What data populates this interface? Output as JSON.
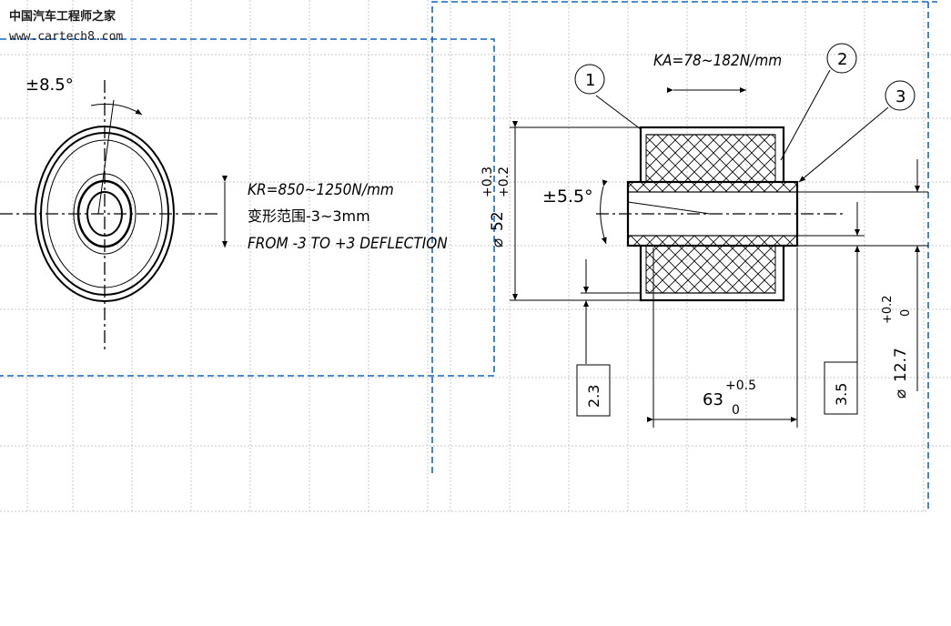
{
  "watermark": {
    "site_name": "中国汽车工程师之家",
    "url": "www.cartech8.com"
  },
  "left_view": {
    "rotation_angle": "±8.5°",
    "radial_stiffness": "KR=850~1250N/mm",
    "deflection_cn": "变形范围-3~3mm",
    "deflection_en": "FROM -3 TO +3 DEFLECTION"
  },
  "right_view": {
    "axial_stiffness": "KA=78~182N/mm",
    "balloon_1": "1",
    "balloon_2": "2",
    "balloon_3": "3",
    "conical_angle": "±5.5°",
    "outer_dia_value": "52",
    "outer_dia_tol_upper": "+0.3",
    "outer_dia_tol_lower": "+0.2",
    "length_value": "63",
    "length_tol_upper": "+0.5",
    "length_tol_lower": "0",
    "inner_dia_value": "12.7",
    "inner_dia_tol_upper": "+0.2",
    "inner_dia_tol_lower": "0",
    "flange_dim": "2.3",
    "tube_dim": "3.5"
  },
  "colors": {
    "grid": "#c8c8c8",
    "frame_dashed": "#1565c0",
    "ink": "#000000"
  }
}
